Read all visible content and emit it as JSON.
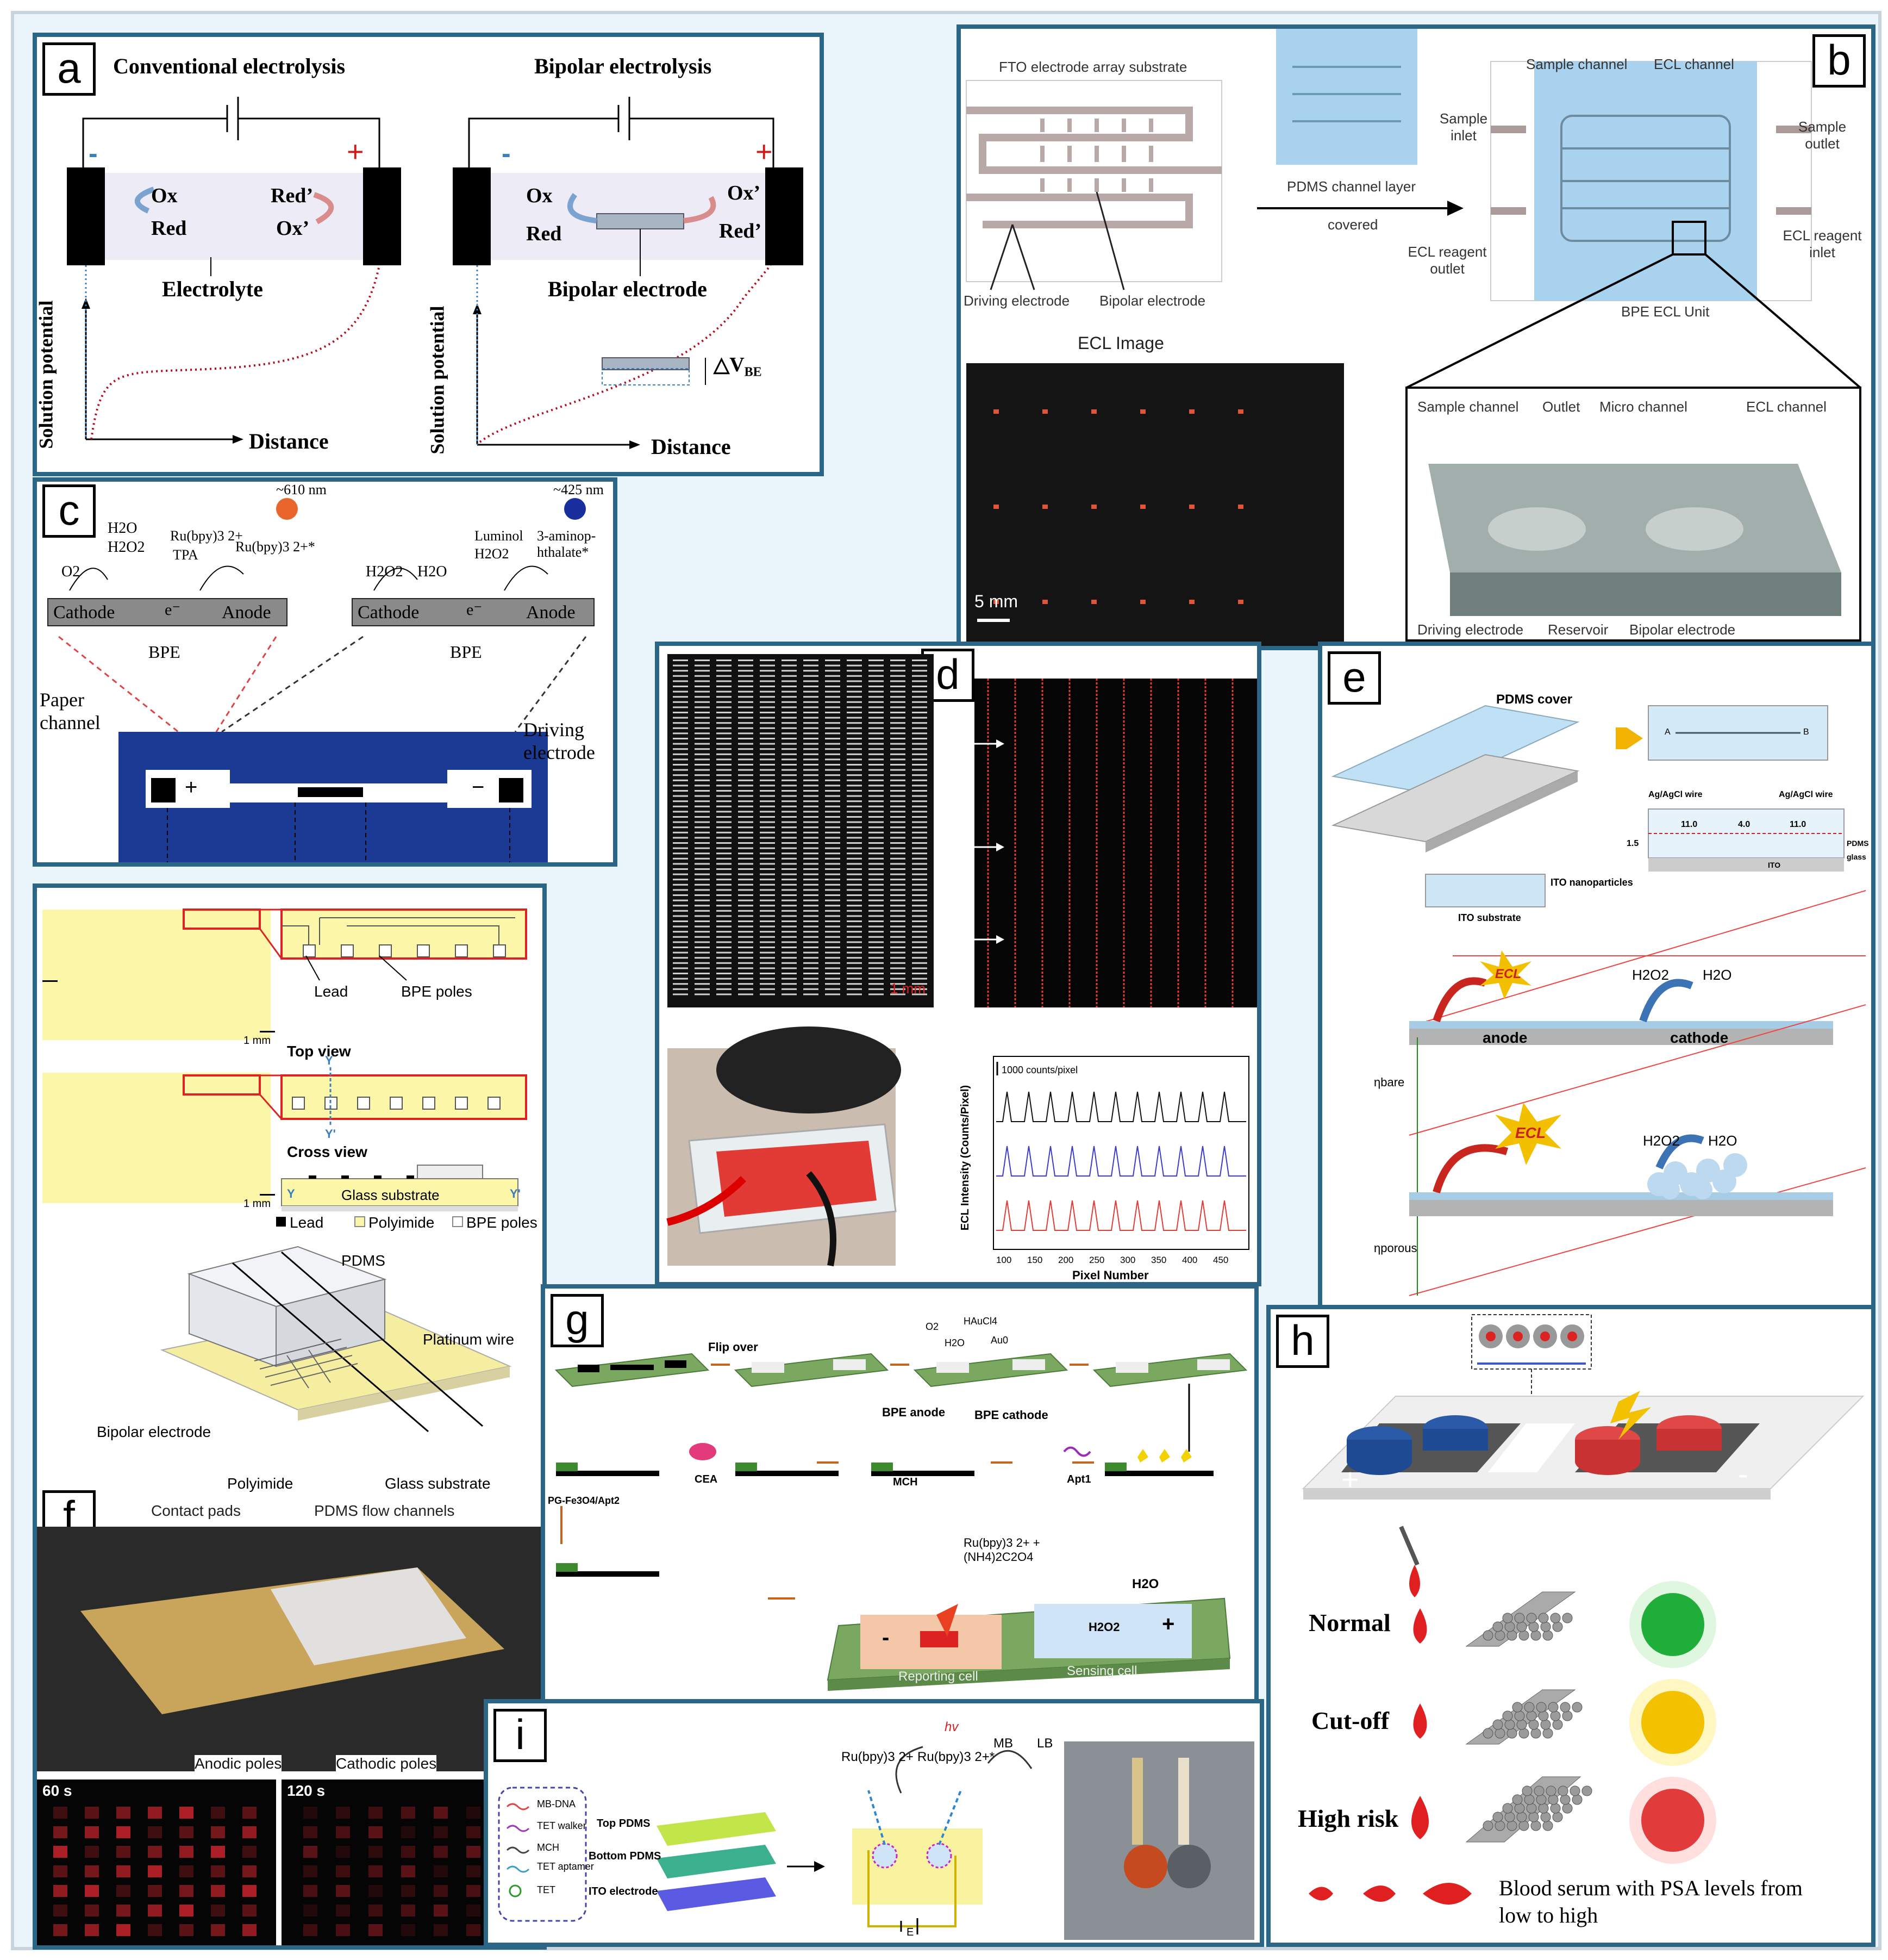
{
  "panels": {
    "a": {
      "letter": "a",
      "conventional_title": "Conventional electrolysis",
      "bipolar_title": "Bipolar electrolysis",
      "minus": "-",
      "plus": "+",
      "ox": "Ox",
      "red": "Red",
      "red_prime": "Red’",
      "ox_prime": "Ox’",
      "electrolyte": "Electrolyte",
      "bipolar_electrode": "Bipolar electrode",
      "ylabel": "Solution potential",
      "xlabel": "Distance",
      "delta_v": "△V",
      "delta_v_sub": "BE"
    },
    "b": {
      "letter": "b",
      "fto": "FTO electrode array substrate",
      "pdms_layer": "PDMS channel layer",
      "covered": "covered",
      "driving_electrode": "Driving electrode",
      "bipolar_electrode": "Bipolar electrode",
      "sample_channel": "Sample channel",
      "ecl_channel": "ECL channel",
      "sample_inlet": "Sample inlet",
      "sample_outlet": "Sample outlet",
      "ecl_reagent_outlet": "ECL reagent outlet",
      "ecl_reagent_inlet": "ECL reagent inlet",
      "bpe_ecl_unit": "BPE ECL Unit",
      "ecl_image": "ECL Image",
      "scale": "5 mm",
      "outlet": "Outlet",
      "micro_channel": "Micro channel",
      "reservoir": "Reservoir"
    },
    "c": {
      "letter": "c",
      "wl1": "~610 nm",
      "wl2": "~425 nm",
      "h2o": "H2O",
      "h2o2": "H2O2",
      "o2": "O2",
      "ru": "Ru(bpy)3 2+",
      "tpa": "TPA",
      "ru_star": "Ru(bpy)3 2+*",
      "luminol": "Luminol",
      "aminoph": "3-aminop- hthalate*",
      "cathode": "Cathode",
      "anode": "Anode",
      "electron": "e⁻",
      "bpe": "BPE",
      "paper_channel": "Paper channel",
      "driving_electrode": "Driving electrode",
      "plus": "+",
      "minus": "−"
    },
    "d": {
      "letter": "d",
      "scale": "1 mm",
      "ylabel": "ECL Intensity (Counts/Pixel)",
      "xlabel": "Pixel Number",
      "scalebar": "1000 counts/pixel",
      "ticks": [
        "100",
        "150",
        "200",
        "250",
        "300",
        "350",
        "400",
        "450"
      ]
    },
    "e": {
      "letter": "e",
      "pdms_cover": "PDMS cover",
      "ag1": "Ag/AgCl wire",
      "ag2": "Ag/AgCl wire",
      "d1": "11.0",
      "d2": "4.0",
      "d3": "11.0",
      "d4": "1.5",
      "pdms": "PDMS",
      "glass": "glass",
      "ito": "ITO",
      "ito_np": "ITO nanoparticles",
      "ito_sub": "ITO substrate",
      "a": "A",
      "b": "B",
      "ecl": "ECL",
      "anode": "anode",
      "cathode": "cathode",
      "h2o2": "H2O2",
      "h2o": "H2O",
      "eta_bare": "ηbare",
      "eta_porous": "ηporous"
    },
    "f": {
      "letter": "f",
      "lead": "Lead",
      "bpe_poles": "BPE poles",
      "scale": "1 mm",
      "top_view": "Top view",
      "y": "Y",
      "y_prime": "Y'",
      "cross_view": "Cross view",
      "glass_substrate": "Glass substrate",
      "legend": [
        "Lead",
        "Polyimide",
        "BPE poles"
      ],
      "pdms": "PDMS",
      "platinum": "Platinum wire",
      "bipolar_electrode": "Bipolar electrode",
      "polyimide": "Polyimide",
      "contact_pads": "Contact pads",
      "pdms_flow": "PDMS flow channels",
      "anodic": "Anodic poles",
      "cathodic": "Cathodic poles",
      "t60": "60 s",
      "t120": "120 s"
    },
    "g": {
      "letter": "g",
      "flip": "Flip over",
      "o2": "O2",
      "haucl4": "HAuCl4",
      "h2o": "H2O",
      "au": "Au0",
      "bpe_anode": "BPE anode",
      "bpe_cathode": "BPE cathode",
      "cea": "CEA",
      "mch": "MCH",
      "apt1": "Apt1",
      "pg": "PG-Fe3O4/Apt2",
      "ru": "Ru(bpy)3 2+ +(NH4)2C2O4",
      "h2o_b": "H2O",
      "h2o2": "H2O2",
      "reporting": "Reporting cell",
      "sensing": "Sensing cell",
      "minus": "-",
      "plus": "+"
    },
    "h": {
      "letter": "h",
      "normal": "Normal",
      "cutoff": "Cut-off",
      "high": "High risk",
      "serum": "Blood serum with PSA levels from low to high",
      "plus": "+",
      "minus": "-"
    },
    "i": {
      "letter": "i",
      "legend": [
        "MB-DNA",
        "TET walker",
        "MCH",
        "TET aptamer",
        "TET"
      ],
      "top_pdms": "Top PDMS",
      "bottom_pdms": "Bottom PDMS",
      "ito": "ITO electrode",
      "hv": "hv",
      "ru": "Ru(bpy)3 2+",
      "ru_star": "Ru(bpy)3 2+*",
      "mb": "MB",
      "lb": "LB",
      "e": "E"
    }
  },
  "colors": {
    "frame": "#2b6686",
    "background": "#e9f4fb",
    "ecl_red": "#e53b2a",
    "green_light": "#1fae3a",
    "yellow_light": "#f2c200",
    "red_light": "#e23b3b"
  }
}
